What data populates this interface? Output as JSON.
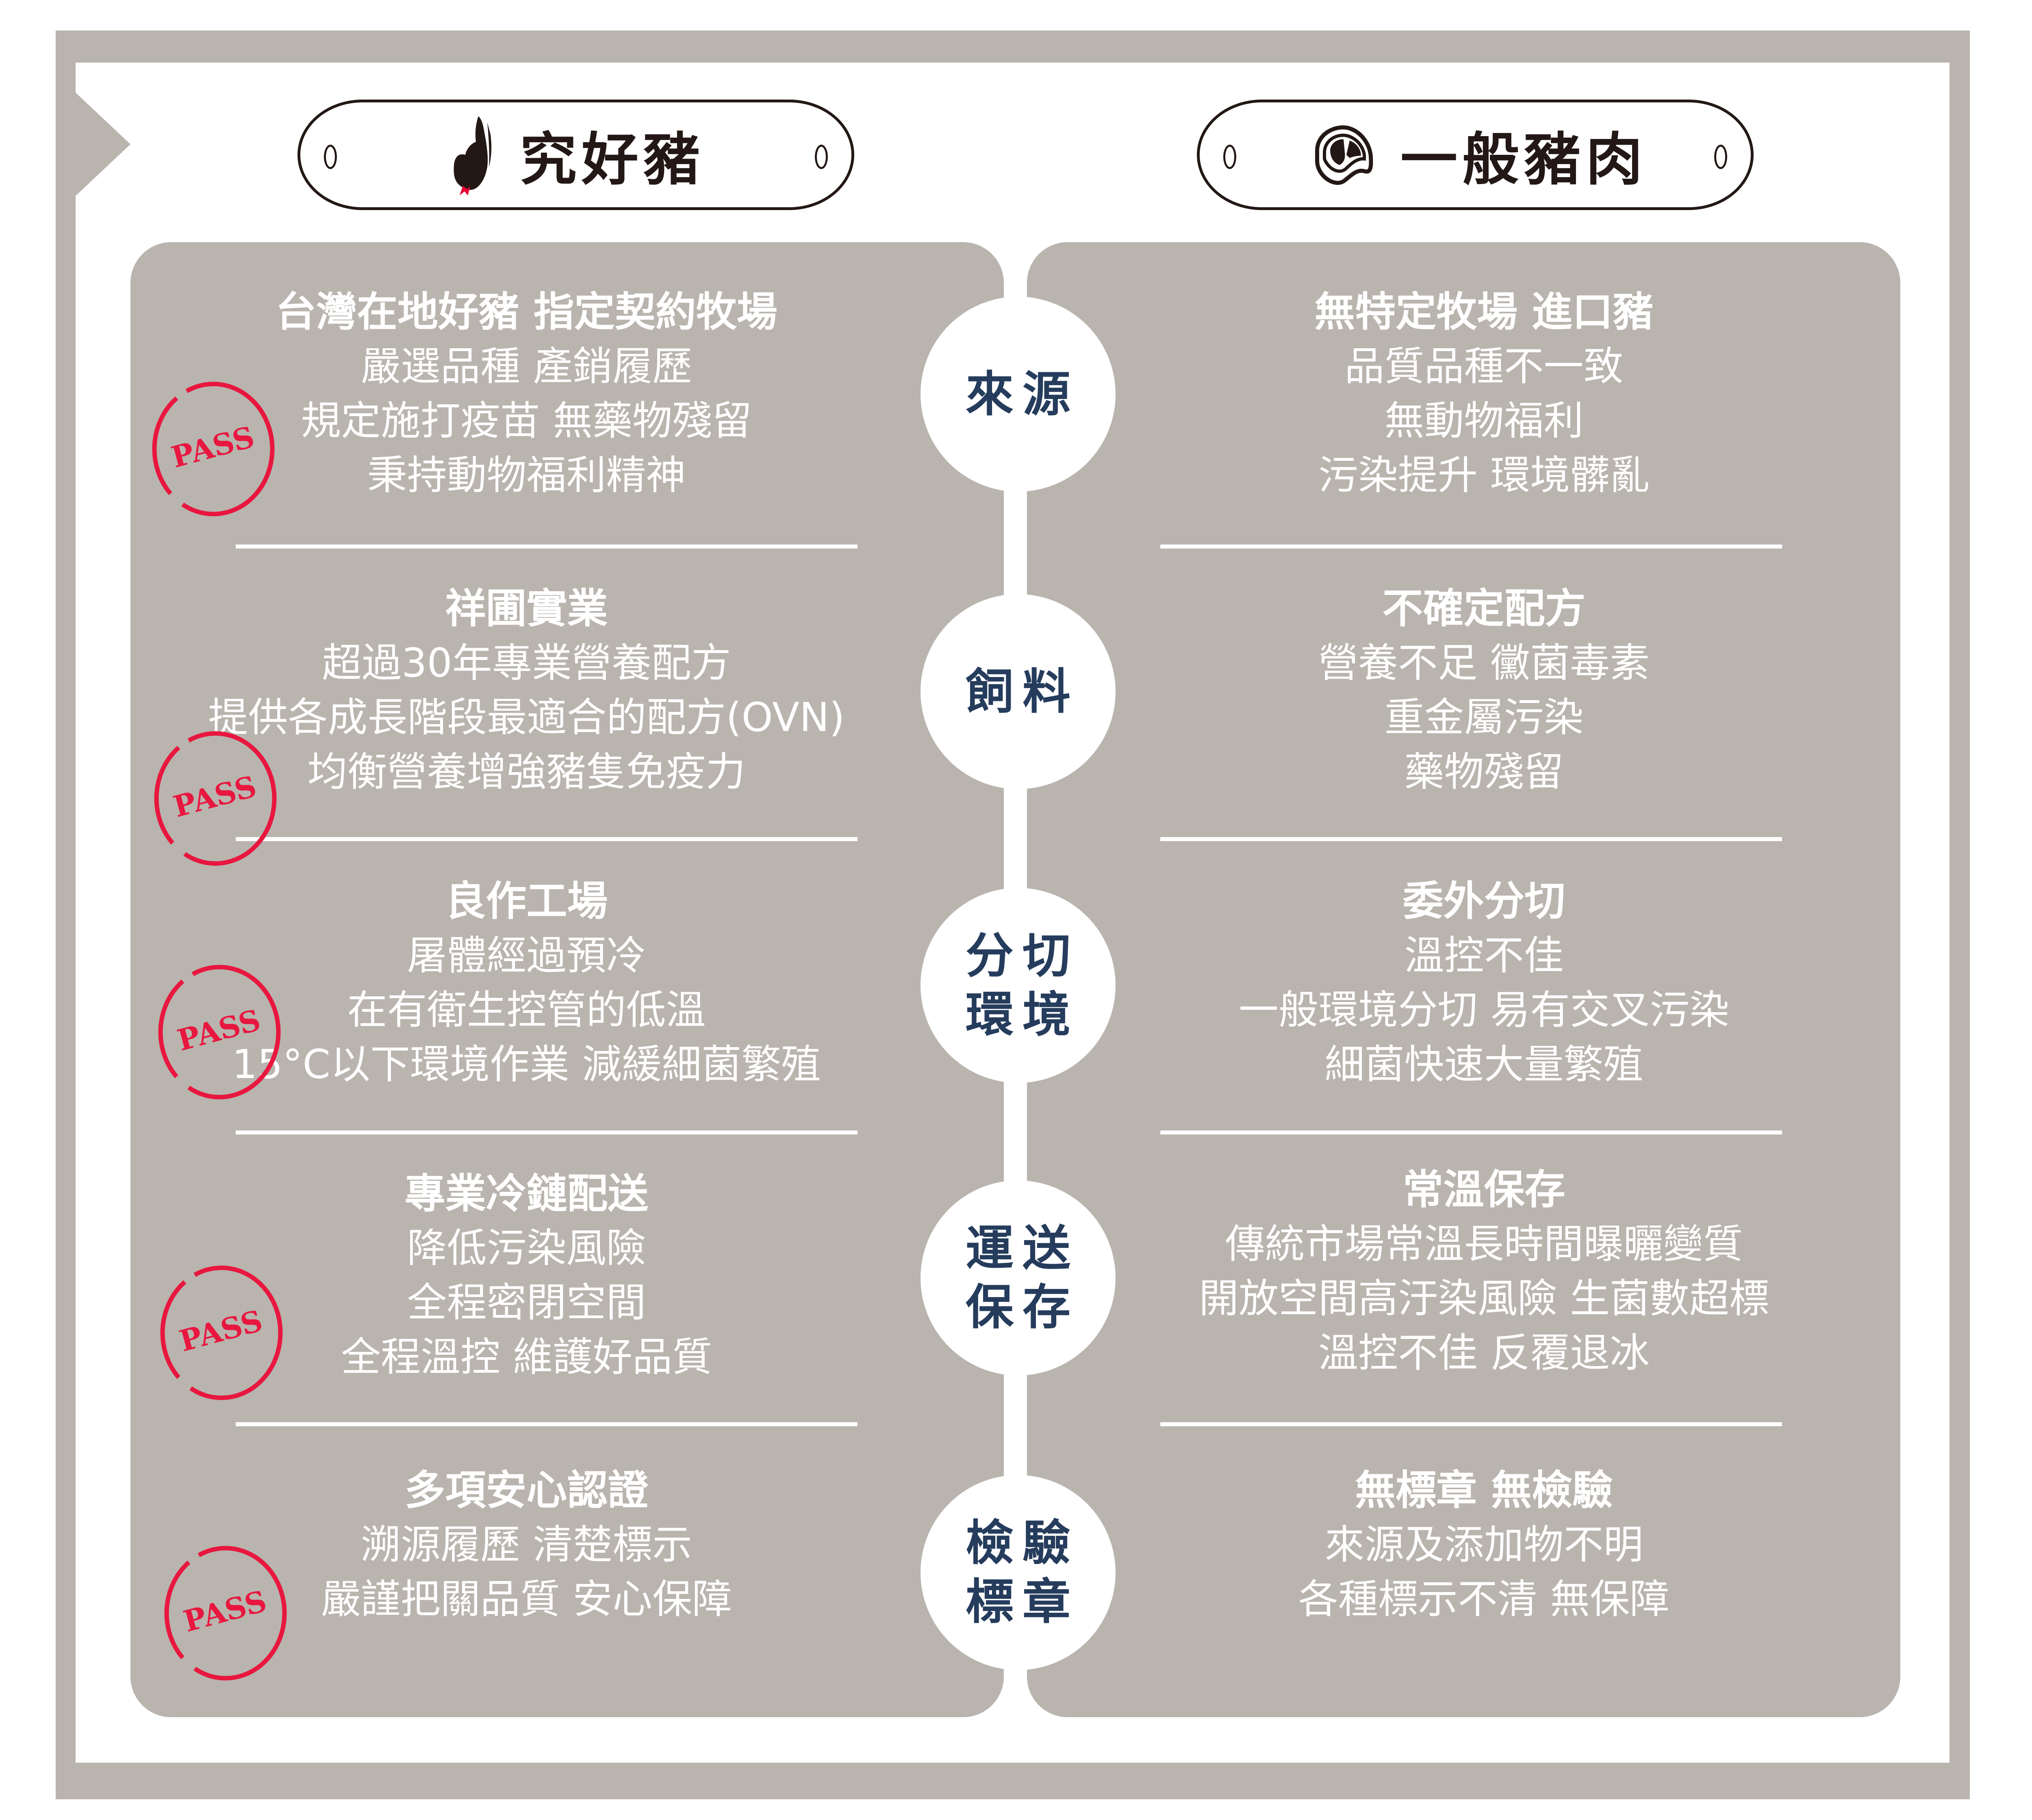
{
  "colors": {
    "frame": "#b9b4ae",
    "panel": "#b9b4ae",
    "label_text": "#253c5c",
    "stamp": "#e8173f",
    "ink": "#231815",
    "white": "#ffffff"
  },
  "header": {
    "left_title": "究好豬",
    "left_icon": "rooster-logo-icon",
    "right_title": "一般豬肉",
    "right_icon": "meat-steak-icon"
  },
  "stamp_label": "PASS",
  "categories": [
    {
      "label_line1": "來源",
      "label_line2": ""
    },
    {
      "label_line1": "飼料",
      "label_line2": ""
    },
    {
      "label_line1": "分切",
      "label_line2": "環境"
    },
    {
      "label_line1": "運送",
      "label_line2": "保存"
    },
    {
      "label_line1": "檢驗",
      "label_line2": "標章"
    }
  ],
  "left": [
    {
      "head": "台灣在地好豬 指定契約牧場",
      "lines": [
        "嚴選品種 產銷履歷",
        "規定施打疫苗 無藥物殘留",
        "秉持動物福利精神"
      ]
    },
    {
      "head": "祥圃實業",
      "lines": [
        "超過30年專業營養配方",
        "提供各成長階段最適合的配方(OVN)",
        "均衡營養增強豬隻免疫力"
      ]
    },
    {
      "head": "良作工場",
      "lines": [
        "屠體經過預冷",
        "在有衛生控管的低溫",
        "15°C以下環境作業 減緩細菌繁殖"
      ]
    },
    {
      "head": "專業冷鏈配送",
      "lines": [
        "降低污染風險",
        "全程密閉空間",
        "全程溫控 維護好品質"
      ]
    },
    {
      "head": "多項安心認證",
      "lines": [
        "溯源履歷 清楚標示",
        "嚴謹把關品質 安心保障"
      ]
    }
  ],
  "right": [
    {
      "head": "無特定牧場 進口豬",
      "lines": [
        "品質品種不一致",
        "無動物福利",
        "污染提升 環境髒亂"
      ]
    },
    {
      "head": "不確定配方",
      "lines": [
        "營養不足 黴菌毒素",
        "重金屬污染",
        "藥物殘留"
      ]
    },
    {
      "head": "委外分切",
      "lines": [
        "溫控不佳",
        "一般環境分切 易有交叉污染",
        "細菌快速大量繁殖"
      ]
    },
    {
      "head": "常溫保存",
      "lines": [
        "傳統市場常溫長時間曝曬變質",
        "開放空間高汙染風險 生菌數超標",
        "溫控不佳 反覆退冰"
      ]
    },
    {
      "head": "無標章 無檢驗",
      "lines": [
        "來源及添加物不明",
        "各種標示不清 無保障"
      ]
    }
  ]
}
